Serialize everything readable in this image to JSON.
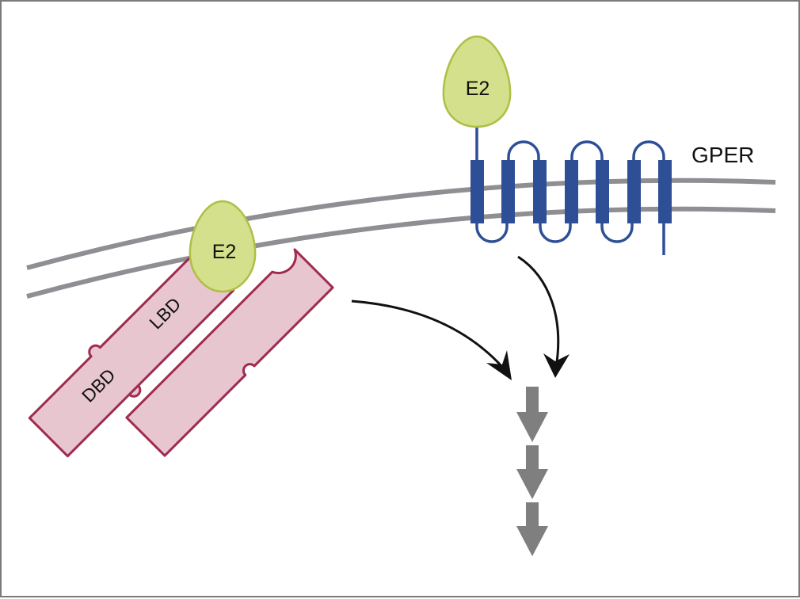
{
  "labels": {
    "e2_membrane": "E2",
    "e2_receptor": "E2",
    "gper": "GPER",
    "lbd": "LBD",
    "dbd": "DBD"
  },
  "icons": {
    "ligand": "e2-ligand-icon",
    "gpcr": "gper-receptor-icon",
    "nuclear_receptor": "estrogen-receptor-dimer-icon",
    "cascade": "signaling-cascade-arrow-icon"
  },
  "colors": {
    "frame": "#7a7a7a",
    "membrane": "#8e8e93",
    "gper_receptor": "#2e4f96",
    "e2_fill": "#d4e08b",
    "e2_stroke": "#aebf45",
    "er_fill": "#e8c6d0",
    "er_stroke": "#9e2b50",
    "arrow": "#111111",
    "cascade": "#7f7f7f"
  }
}
